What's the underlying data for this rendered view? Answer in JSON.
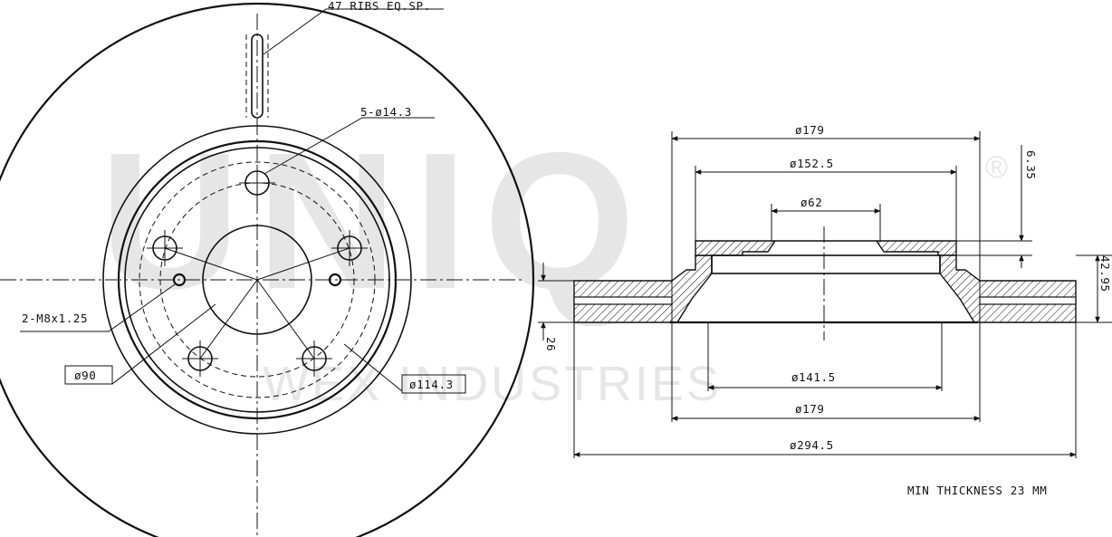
{
  "watermark": {
    "brand": "UNIQ",
    "registered": "®",
    "company": "WEX INDUSTRIES"
  },
  "front_view": {
    "ribs_callout": "47 RIBS EQ.SP.",
    "bolt_holes_callout": "5-ø14.3",
    "threaded_holes_callout": "2-M8x1.25",
    "center_bore_callout": "ø90",
    "pcd_callout": "ø114.3"
  },
  "section_view": {
    "hat_outer_dia": "ø179",
    "hat_inner_dia": "ø152.5",
    "center_bore_dia": "ø62",
    "hat_top_thickness": "6.35",
    "overall_height": "42.95",
    "rotor_thickness": "26",
    "inner_friction_dia": "ø141.5",
    "hat_base_dia": "ø179",
    "outer_dia": "ø294.5"
  },
  "note": {
    "min_thickness": "MIN THICKNESS 23 MM"
  }
}
